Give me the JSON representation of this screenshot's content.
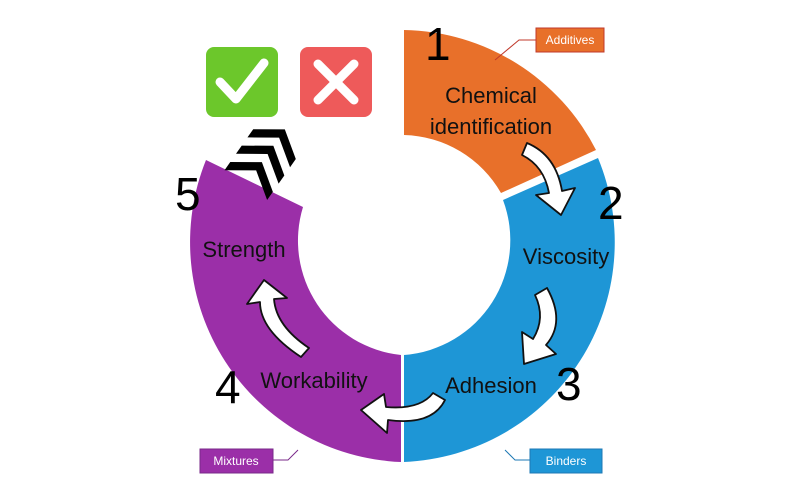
{
  "colors": {
    "additives": "#E8702A",
    "binders": "#1E96D6",
    "mixtures": "#9B2FA8",
    "check_bg": "#6CC72B",
    "cross_bg": "#EE5A5A",
    "callout_additives_border": "#C0392B",
    "callout_binders_border": "#1E78B4",
    "callout_mixtures_border": "#7A2A8A"
  },
  "icons": {
    "check": "check-icon",
    "cross": "close-icon",
    "chevrons": "chevron-up-icon",
    "arrows": "curved-arrow-icon"
  },
  "steps": [
    {
      "number": "1",
      "label_line1": "Chemical",
      "label_line2": "identification"
    },
    {
      "number": "2",
      "label_line1": "Viscosity"
    },
    {
      "number": "3",
      "label_line1": "Adhesion"
    },
    {
      "number": "4",
      "label_line1": "Workability"
    },
    {
      "number": "5",
      "label_line1": "Strength"
    }
  ],
  "callouts": {
    "additives": "Additives",
    "binders": "Binders",
    "mixtures": "Mixtures"
  }
}
